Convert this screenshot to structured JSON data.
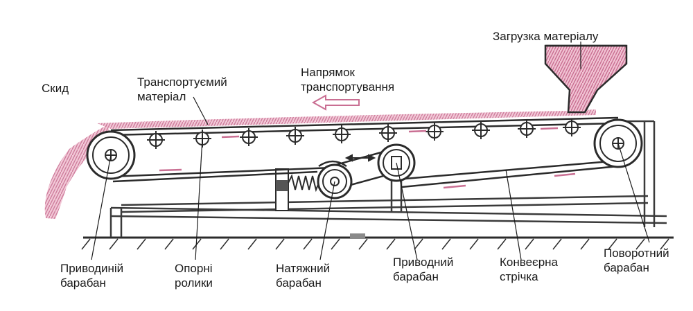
{
  "labels": {
    "skid": "Скид",
    "transported_material": [
      "Транспортуємий",
      "матеріал"
    ],
    "direction": [
      "Напрямок",
      "транспортування"
    ],
    "loading": "Загрузка матеріалу",
    "drive_drum_left": [
      "Приводиній",
      "барабан"
    ],
    "support_rollers": [
      "Опорні",
      "ролики"
    ],
    "tension_drum": [
      "Натяжний",
      "барабан"
    ],
    "drive_drum_mid": [
      "Приводний",
      "барабан"
    ],
    "conveyor_belt": [
      "Конвеєрна",
      "стрічка"
    ],
    "return_drum": [
      "Поворотний",
      "барабан"
    ]
  },
  "colors": {
    "line": "#2b2b2b",
    "material": "#d98aa8",
    "material_dark": "#b85c80",
    "structure": "#3a3a3a"
  }
}
